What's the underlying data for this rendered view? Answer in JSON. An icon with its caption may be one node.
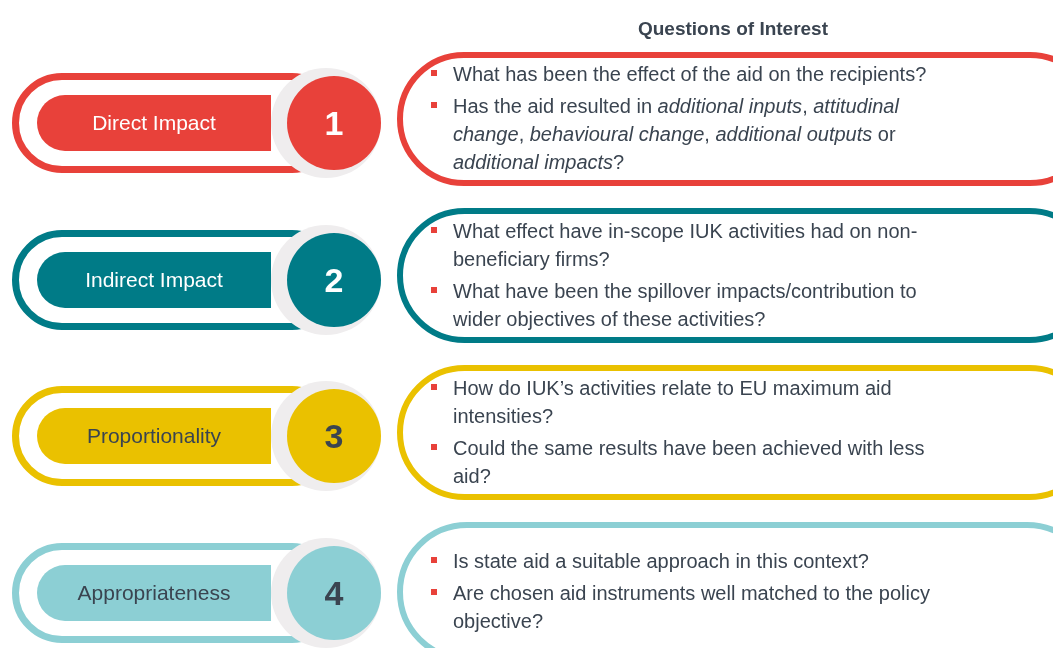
{
  "diagram": {
    "title": "Questions of Interest",
    "nodes": [
      {
        "text": [
          "Direct Impact"
        ]
      },
      {
        "text": [
          "1"
        ]
      },
      {
        "text": [
          "What has been the effect of the aid on the recipients?",
          "Has the aid resulted in *additional inputs*, *attitudinal change*, *behavioural change*, *additional outputs* or *additional impacts*?"
        ]
      },
      {
        "text": [
          "Indirect Impact"
        ]
      },
      {
        "text": [
          "2"
        ]
      },
      {
        "text": [
          "What effect have in-scope IUK activities had on non-beneficiary firms?",
          "What have been the spillover impacts/contribution to wider objectives of these activities?"
        ]
      },
      {
        "text": [
          "Proportionality"
        ]
      },
      {
        "text": [
          "3"
        ]
      },
      {
        "text": [
          "How do IUK’s activities relate to EU maximum aid intensities?",
          "Could the same results have been achieved with less aid?"
        ]
      },
      {
        "text": [
          "Appropriateness"
        ]
      },
      {
        "text": [
          "4"
        ]
      },
      {
        "text": [
          "Is state aid a suitable approach in this context?",
          "Are chosen aid instruments well matched to the policy objective?"
        ]
      }
    ],
    "edges": []
  }
}
